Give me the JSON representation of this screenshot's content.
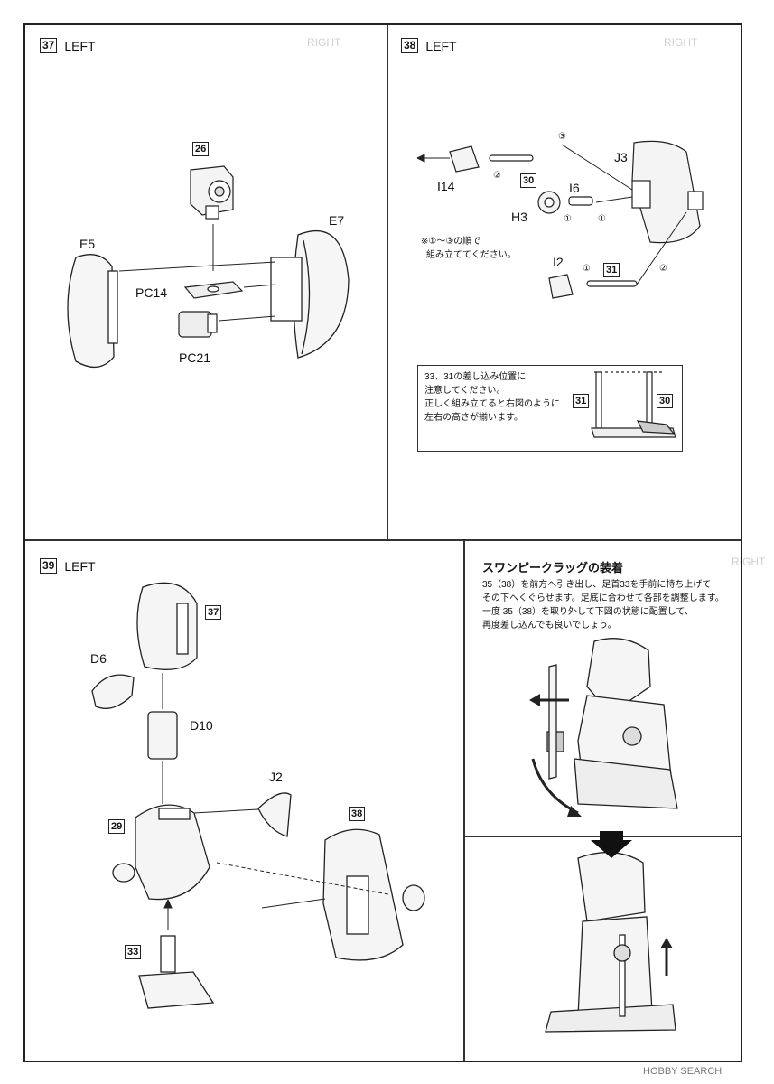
{
  "steps": {
    "s37": {
      "num": "37",
      "title": "LEFT",
      "parts": {
        "p26": "26",
        "e7": "E7",
        "e5": "E5",
        "pc14": "PC14",
        "pc21": "PC21"
      }
    },
    "s38": {
      "num": "38",
      "title": "LEFT",
      "parts": {
        "i14": "I14",
        "j3": "J3",
        "i6": "I6",
        "h3": "H3",
        "i2": "I2",
        "p30": "30",
        "p31": "31"
      },
      "order_marks": {
        "m1": "①",
        "m2": "②",
        "m3": "③"
      },
      "order_note_line1": "※①～③の順で",
      "order_note_line2": "組み立ててください。",
      "insert_note": [
        "33、31の差し込み位置に",
        "注意してください。",
        "正しく組み立てると右図のように",
        "左右の高さが揃います。"
      ],
      "insert_parts": {
        "left": "31",
        "right": "30"
      }
    },
    "s39": {
      "num": "39",
      "title": "LEFT",
      "parts": {
        "p37": "37",
        "d6": "D6",
        "d10": "D10",
        "j2": "J2",
        "p29": "29",
        "p38": "38",
        "p33": "33"
      }
    },
    "claw": {
      "title": "スワンピークラッグの装着",
      "lines": [
        "35（38）を前方へ引き出し、足首33を手前に持ち上げて",
        "その下へくぐらせます。足底に合わせて各部を調整します。",
        "一度 35（38）を取り外して下図の状態に配置して、",
        "再度差し込んでも良いでしょう。"
      ]
    }
  },
  "ghost_text": {
    "right1": "RIGHT",
    "right2": "RIGHT",
    "right3": "RIGHT"
  },
  "watermark": "HOBBY SEARCH"
}
